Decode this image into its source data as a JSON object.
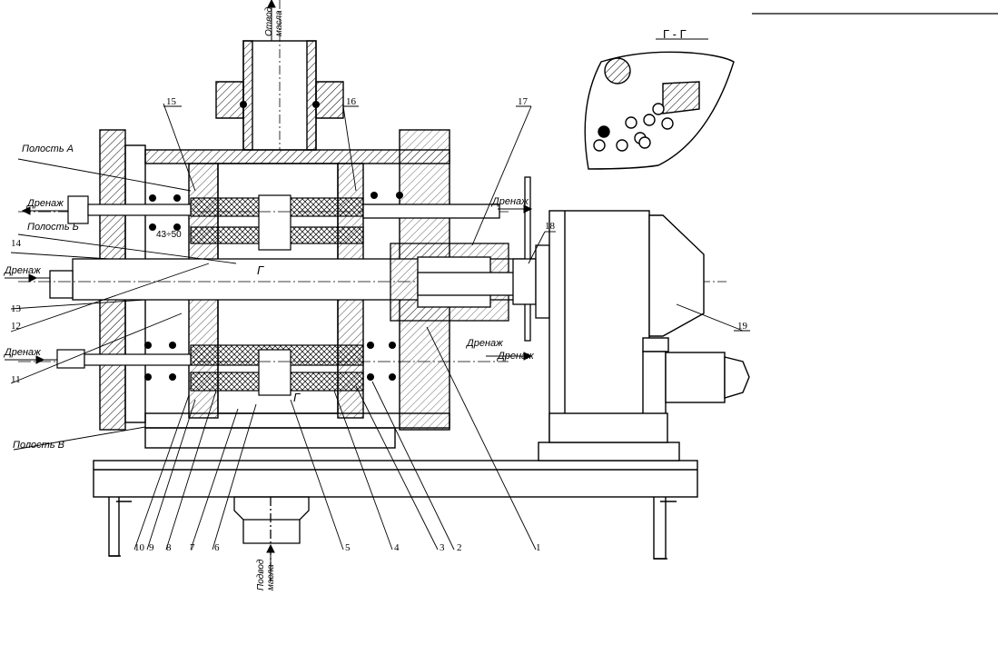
{
  "labels": {
    "polost_a": "Полость А",
    "polost_b": "Полость Б",
    "polost_v": "Полость В",
    "drenazh": "Дренаж",
    "size": "43÷50",
    "section_mark": "Г",
    "section_title": "Г - Г",
    "otvod_1": "Отвод",
    "otvod_2": "масла",
    "podvod_1": "Подвод",
    "podvod_2": "масла"
  },
  "callouts": [
    "1",
    "2",
    "3",
    "4",
    "5",
    "6",
    "7",
    "8",
    "9",
    "10",
    "11",
    "12",
    "13",
    "14",
    "15",
    "16",
    "17",
    "18",
    "19"
  ]
}
